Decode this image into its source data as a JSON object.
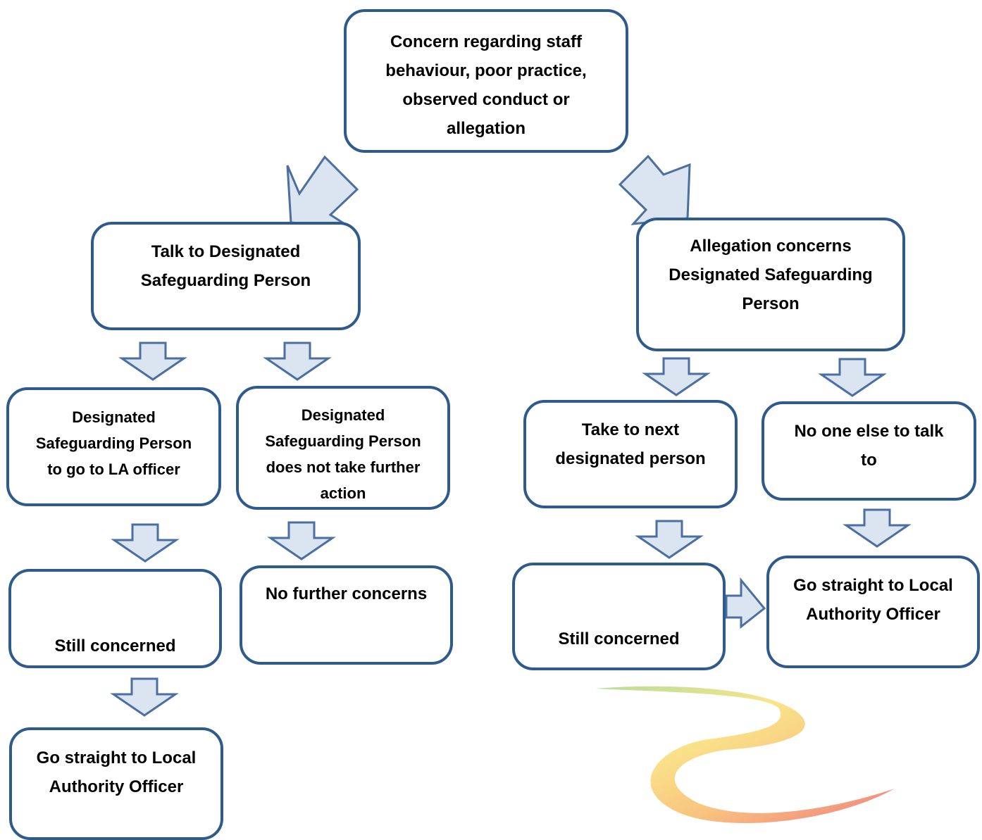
{
  "colors": {
    "box_border": "#2f5a8c",
    "arrow_fill": "#dbe5f1",
    "arrow_stroke": "#4a6fa0",
    "logo_red": "#e8404a",
    "logo_orange": "#f5a13a",
    "logo_yellow": "#f6d33c",
    "logo_green": "#7cc24a"
  },
  "icons": {
    "arrow_down": "down-block-arrow-icon",
    "arrow_diagonal": "diagonal-block-arrow-icon",
    "arrow_right": "right-block-arrow-icon",
    "watermark": "ribbon-logo-watermark"
  },
  "boxes": {
    "concern": {
      "lines": [
        "Concern regarding staff",
        "behaviour, poor practice,",
        "observed conduct or",
        "allegation"
      ]
    },
    "talk_dsp": {
      "lines": [
        "Talk to Designated",
        "Safeguarding Person"
      ]
    },
    "allegation_dsp": {
      "lines": [
        "Allegation concerns",
        "Designated Safeguarding",
        "Person"
      ]
    },
    "dsp_la_officer": {
      "lines": [
        "Designated",
        "Safeguarding Person",
        "to go to LA officer"
      ]
    },
    "dsp_no_action": {
      "lines": [
        "Designated",
        "Safeguarding Person",
        "does not take further",
        "action"
      ]
    },
    "next_designated": {
      "lines": [
        "Take to next",
        "designated person"
      ]
    },
    "no_one_else": {
      "lines": [
        "No one else to talk",
        "to"
      ]
    },
    "still_concerned_left": {
      "lines": [
        "Still concerned"
      ]
    },
    "no_further": {
      "lines": [
        "No further concerns"
      ]
    },
    "still_concerned_right": {
      "lines": [
        "Still concerned"
      ]
    },
    "la_officer_right": {
      "lines": [
        "Go straight to Local",
        "Authority Officer"
      ]
    },
    "la_officer_left": {
      "lines": [
        "Go straight to Local",
        "Authority Officer"
      ]
    }
  }
}
